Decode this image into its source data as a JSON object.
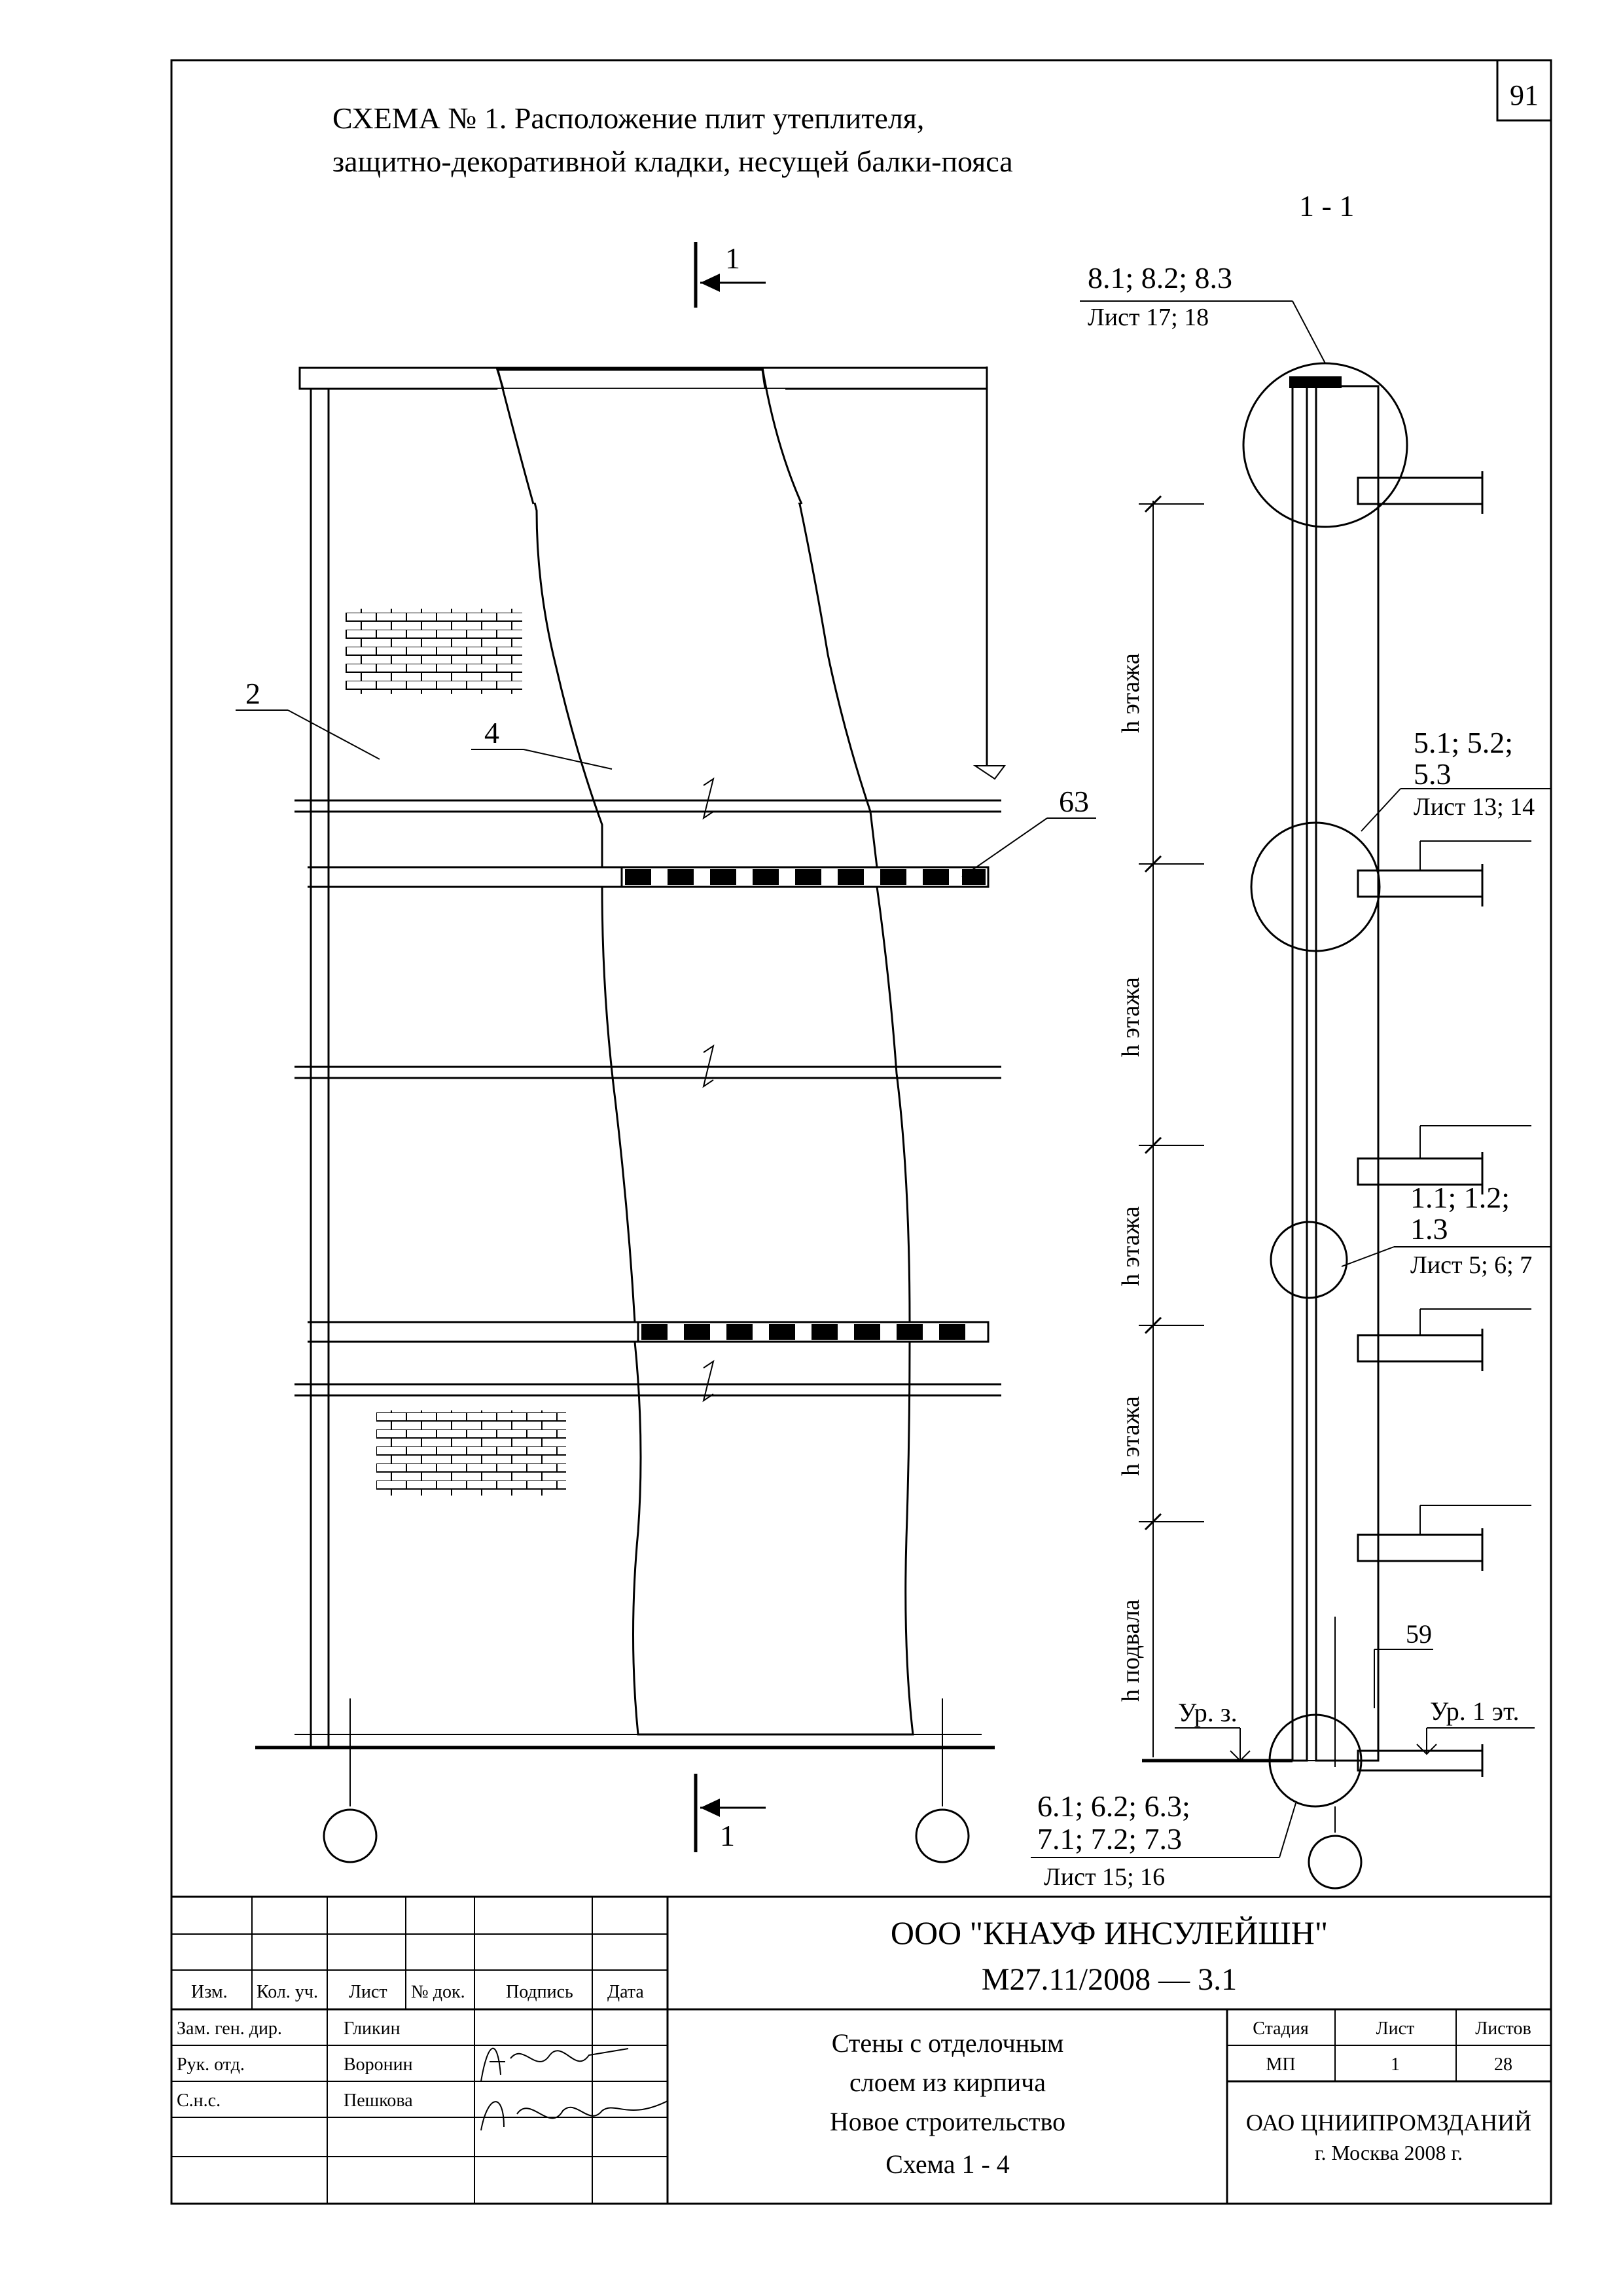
{
  "sheet_number": "91",
  "title_line1": "СХЕМА № 1. Расположение плит утеплителя,",
  "title_line2": "защитно-декоративной кладки, несущей балки-пояса",
  "section": {
    "label": "1 - 1",
    "cut_marker": "1"
  },
  "callouts": {
    "item_2": "2",
    "item_4": "4",
    "item_63": "63",
    "item_59": "59"
  },
  "references": {
    "top": {
      "nodes": "8.1; 8.2; 8.3",
      "sheets": "Лист 17; 18"
    },
    "mid_upper": {
      "nodes_1": "5.1; 5.2;",
      "nodes_2": "5.3",
      "sheets": "Лист 13; 14"
    },
    "mid_lower": {
      "nodes_1": "1.1; 1.2;",
      "nodes_2": "1.3",
      "sheets": "Лист 5; 6; 7"
    },
    "bottom": {
      "nodes_1": "6.1; 6.2; 6.3;",
      "nodes_2": "7.1; 7.2; 7.3",
      "sheets": "Лист 15; 16"
    }
  },
  "dimensions": {
    "floor_1": "h этажа",
    "floor_2": "h этажа",
    "floor_3": "h этажа",
    "floor_4": "h этажа",
    "basement": "h подвала"
  },
  "levels": {
    "ground": "Ур. з.",
    "first_floor": "Ур. 1 эт."
  },
  "title_block": {
    "organization": "ООО \"КНАУФ ИНСУЛЕЙШН\"",
    "code": "М27.11/2008 — 3.1",
    "headers": [
      "Изм.",
      "Кол. уч.",
      "Лист",
      "№ док.",
      "Подпись",
      "Дата"
    ],
    "people": [
      {
        "role": "Зам. ген. дир.",
        "name": "Гликин"
      },
      {
        "role": "Рук. отд.",
        "name": "Воронин"
      },
      {
        "role": "С.н.с.",
        "name": "Пешкова"
      }
    ],
    "description": [
      "Стены с отделочным",
      "слоем из кирпича",
      "Новое строительство",
      "Схема 1 - 4"
    ],
    "stage_header": "Стадия",
    "sheet_header": "Лист",
    "sheets_header": "Листов",
    "stage": "МП",
    "sheet": "1",
    "sheets_total": "28",
    "institute": "ОАО ЦНИИПРОМЗДАНИЙ",
    "city_year": "г. Москва 2008 г."
  }
}
